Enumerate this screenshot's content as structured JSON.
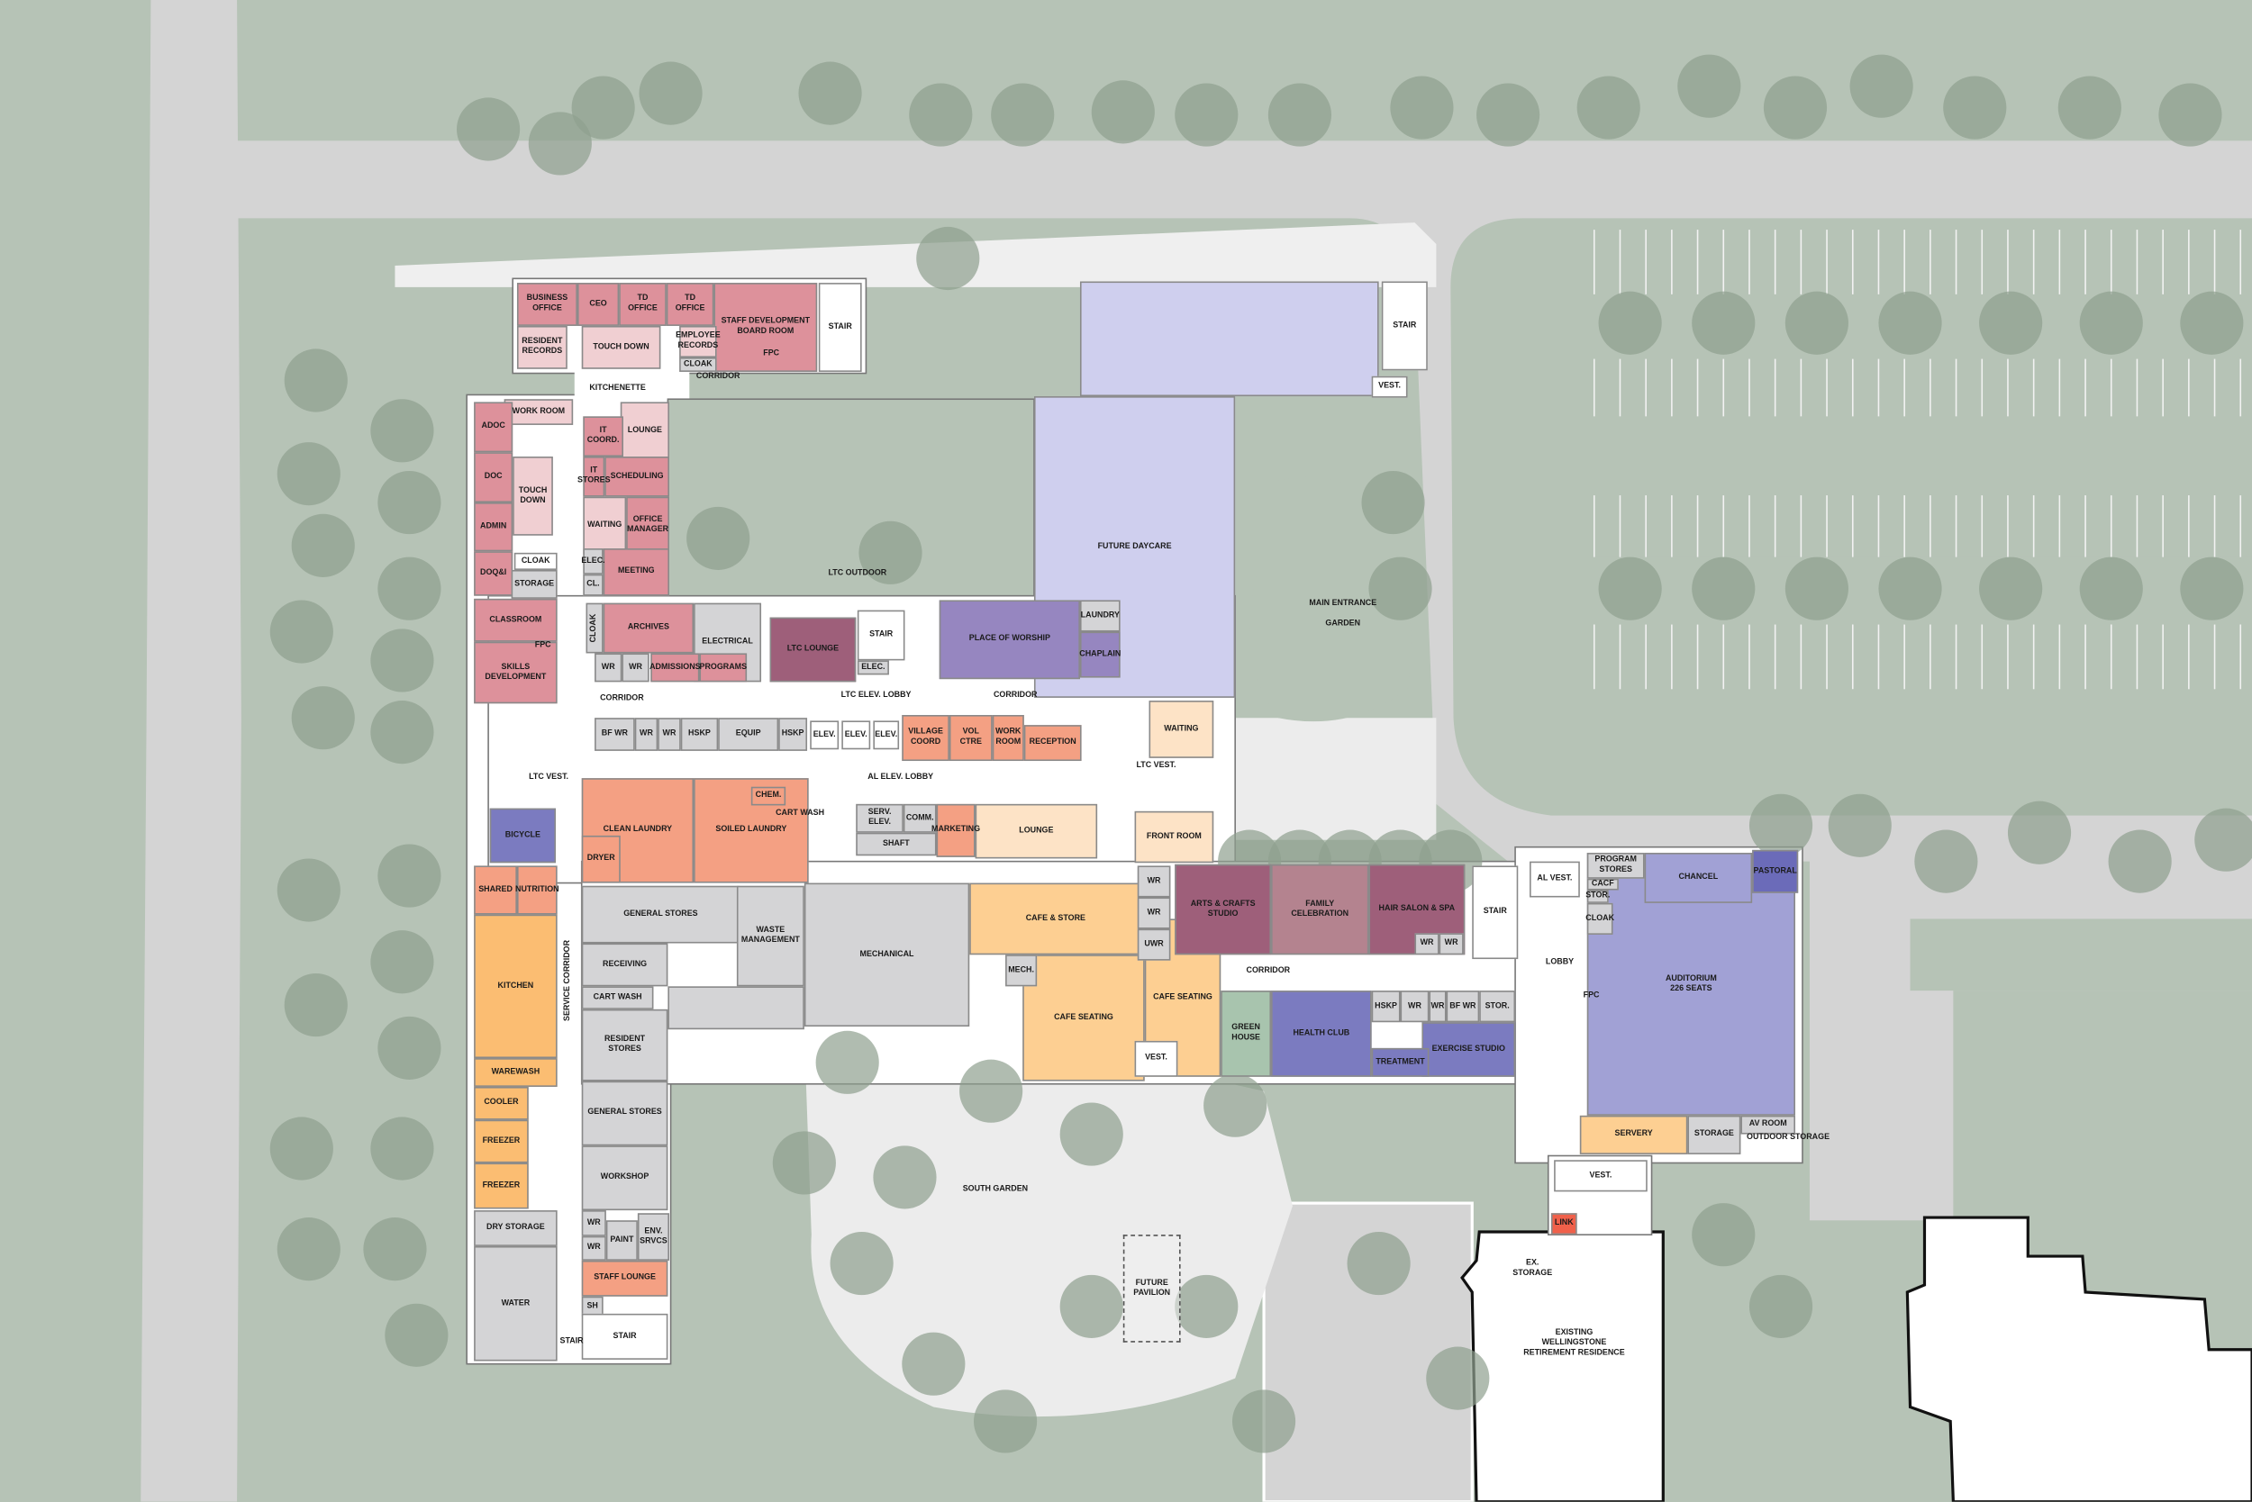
{
  "zones": {
    "admin": "#dd919b",
    "adminLight": "#f0cfd2",
    "ltc": "#9e5f7a",
    "family": "#b4838f",
    "worship": "#9686c0",
    "daycare": "#cfcfee",
    "auditorium": "#a1a1d5",
    "pastoral": "#6b6bb9",
    "health": "#7b7bc0",
    "salmon": "#f4a083",
    "kitchen": "#fbbd72",
    "cafe": "#fdcf92",
    "peach": "#fde3c6",
    "grey": "#d4d4d6",
    "green": "#a8c4ae",
    "stair": "#ffffff",
    "white": "#ffffff",
    "link": "#f0604a",
    "pavilion": "#f0f0f0"
  },
  "site_colors": {
    "grass": "#b6c3b6",
    "paving": "#d4d4d4",
    "path": "#efefef",
    "tree": "#8fa08e",
    "corridor": "#ffffff"
  },
  "rooms": [
    {
      "label": "BUSINESS\nOFFICE",
      "zone": "admin"
    },
    {
      "label": "CEO",
      "zone": "admin"
    },
    {
      "label": "TD\nOFFICE",
      "zone": "admin"
    },
    {
      "label": "TD\nOFFICE",
      "zone": "admin"
    },
    {
      "label": "STAFF DEVELOPMENT\nBOARD ROOM",
      "zone": "admin"
    },
    {
      "label": "RESIDENT\nRECORDS",
      "zone": "adminLight"
    },
    {
      "label": "TOUCH DOWN",
      "zone": "adminLight"
    },
    {
      "label": "EMPLOYEE\nRECORDS",
      "zone": "adminLight"
    },
    {
      "label": "CLOAK",
      "zone": "grey"
    },
    {
      "label": "STAIR",
      "zone": "stair"
    },
    {
      "label": "WORK ROOM",
      "zone": "adminLight"
    },
    {
      "label": "ADOC",
      "zone": "admin"
    },
    {
      "label": "DOC",
      "zone": "admin"
    },
    {
      "label": "TOUCH\nDOWN",
      "zone": "adminLight"
    },
    {
      "label": "ADMIN",
      "zone": "admin"
    },
    {
      "label": "DOQ&I",
      "zone": "admin"
    },
    {
      "label": "CLOAK",
      "zone": "white"
    },
    {
      "label": "STORAGE",
      "zone": "grey"
    },
    {
      "label": "CLASSROOM",
      "zone": "admin"
    },
    {
      "label": "SKILLS\nDEVELOPMENT",
      "zone": "admin"
    },
    {
      "label": "LOUNGE",
      "zone": "adminLight"
    },
    {
      "label": "IT COORD.",
      "zone": "admin"
    },
    {
      "label": "IT\nSTORES",
      "zone": "admin"
    },
    {
      "label": "SCHEDULING",
      "zone": "admin"
    },
    {
      "label": "WAITING",
      "zone": "adminLight"
    },
    {
      "label": "OFFICE\nMANAGER",
      "zone": "admin"
    },
    {
      "label": "ELEC.",
      "zone": "grey"
    },
    {
      "label": "CL.",
      "zone": "grey"
    },
    {
      "label": "MEETING",
      "zone": "admin"
    },
    {
      "label": "ARCHIVES",
      "zone": "admin"
    },
    {
      "label": "ELECTRICAL",
      "zone": "grey"
    },
    {
      "label": "ADMISSIONS",
      "zone": "admin"
    },
    {
      "label": "PROGRAMS",
      "zone": "admin"
    },
    {
      "label": "WR",
      "zone": "grey"
    },
    {
      "label": "WR",
      "zone": "grey"
    },
    {
      "label": "CLOAK",
      "zone": "grey"
    },
    {
      "label": "LTC LOUNGE",
      "zone": "ltc"
    },
    {
      "label": "STAIR",
      "zone": "stair"
    },
    {
      "label": "ELEC.",
      "zone": "grey"
    },
    {
      "label": "PLACE OF WORSHIP",
      "zone": "worship"
    },
    {
      "label": "LAUNDRY",
      "zone": "grey"
    },
    {
      "label": "CHAPLAIN",
      "zone": "worship"
    },
    {
      "label": "",
      "zone": "daycare"
    },
    {
      "label": "FUTURE DAYCARE",
      "zone": "daycare"
    },
    {
      "label": "STAIR",
      "zone": "stair"
    },
    {
      "label": "VEST.",
      "zone": "white"
    },
    {
      "label": "WAITING",
      "zone": "peach"
    },
    {
      "label": "BF WR",
      "zone": "grey"
    },
    {
      "label": "WR",
      "zone": "grey"
    },
    {
      "label": "WR",
      "zone": "grey"
    },
    {
      "label": "HSKP",
      "zone": "grey"
    },
    {
      "label": "EQUIP",
      "zone": "grey"
    },
    {
      "label": "HSKP",
      "zone": "grey"
    },
    {
      "label": "ELEV.",
      "zone": "white"
    },
    {
      "label": "ELEV.",
      "zone": "white"
    },
    {
      "label": "ELEV.",
      "zone": "white"
    },
    {
      "label": "VILLAGE\nCOORD",
      "zone": "salmon"
    },
    {
      "label": "VOL\nCTRE",
      "zone": "salmon"
    },
    {
      "label": "WORK\nROOM",
      "zone": "salmon"
    },
    {
      "label": "RECEPTION",
      "zone": "salmon"
    },
    {
      "label": "BICYCLE",
      "zone": "health"
    },
    {
      "label": "CLEAN LAUNDRY",
      "zone": "salmon"
    },
    {
      "label": "DRYER",
      "zone": "salmon"
    },
    {
      "label": "SOILED LAUNDRY",
      "zone": "salmon"
    },
    {
      "label": "CHEM.",
      "zone": "salmon"
    },
    {
      "label": "SERV. ELEV.",
      "zone": "grey"
    },
    {
      "label": "SHAFT",
      "zone": "grey"
    },
    {
      "label": "COMM.",
      "zone": "grey"
    },
    {
      "label": "MARKETING",
      "zone": "salmon"
    },
    {
      "label": "LOUNGE",
      "zone": "peach"
    },
    {
      "label": "FRONT ROOM",
      "zone": "peach"
    },
    {
      "label": "SHARED",
      "zone": "salmon"
    },
    {
      "label": "NUTRITION",
      "zone": "salmon"
    },
    {
      "label": "KITCHEN",
      "zone": "kitchen"
    },
    {
      "label": "WAREWASH",
      "zone": "kitchen"
    },
    {
      "label": "COOLER",
      "zone": "kitchen"
    },
    {
      "label": "FREEZER",
      "zone": "kitchen"
    },
    {
      "label": "FREEZER",
      "zone": "kitchen"
    },
    {
      "label": "DRY STORAGE",
      "zone": "grey"
    },
    {
      "label": "WATER",
      "zone": "grey"
    },
    {
      "label": "GENERAL STORES",
      "zone": "grey"
    },
    {
      "label": "WASTE\nMANAGEMENT",
      "zone": "grey"
    },
    {
      "label": "MECHANICAL",
      "zone": "grey"
    },
    {
      "label": "",
      "zone": "grey"
    },
    {
      "label": "RECEIVING",
      "zone": "grey"
    },
    {
      "label": "CART WASH",
      "zone": "grey"
    },
    {
      "label": "RESIDENT\nSTORES",
      "zone": "grey"
    },
    {
      "label": "GENERAL STORES",
      "zone": "grey"
    },
    {
      "label": "WORKSHOP",
      "zone": "grey"
    },
    {
      "label": "WR",
      "zone": "grey"
    },
    {
      "label": "WR",
      "zone": "grey"
    },
    {
      "label": "PAINT",
      "zone": "grey"
    },
    {
      "label": "ENV. SRVCS",
      "zone": "grey"
    },
    {
      "label": "STAFF LOUNGE",
      "zone": "salmon"
    },
    {
      "label": "SH",
      "zone": "grey"
    },
    {
      "label": "STAIR",
      "zone": "stair"
    },
    {
      "label": "CAFE & STORE",
      "zone": "cafe"
    },
    {
      "label": "CAFE SEATING",
      "zone": "cafe"
    },
    {
      "label": "CAFE SEATING",
      "zone": "cafe"
    },
    {
      "label": "MECH.",
      "zone": "grey"
    },
    {
      "label": "VEST.",
      "zone": "white"
    },
    {
      "label": "WR",
      "zone": "grey"
    },
    {
      "label": "WR",
      "zone": "grey"
    },
    {
      "label": "UWR",
      "zone": "grey"
    },
    {
      "label": "ARTS & CRAFTS\nSTUDIO",
      "zone": "ltc"
    },
    {
      "label": "FAMILY\nCELEBRATION",
      "zone": "family"
    },
    {
      "label": "HAIR SALON & SPA",
      "zone": "ltc"
    },
    {
      "label": "WR",
      "zone": "grey"
    },
    {
      "label": "WR",
      "zone": "grey"
    },
    {
      "label": "STAIR",
      "zone": "stair"
    },
    {
      "label": "GREEN\nHOUSE",
      "zone": "green"
    },
    {
      "label": "HEALTH CLUB",
      "zone": "health"
    },
    {
      "label": "HSKP",
      "zone": "grey"
    },
    {
      "label": "WR",
      "zone": "grey"
    },
    {
      "label": "WR",
      "zone": "grey"
    },
    {
      "label": "BF WR",
      "zone": "grey"
    },
    {
      "label": "STOR.",
      "zone": "grey"
    },
    {
      "label": "EXERCISE STUDIO",
      "zone": "health"
    },
    {
      "label": "TREATMENT",
      "zone": "health"
    },
    {
      "label": "AL VEST.",
      "zone": "white"
    },
    {
      "label": "AUDITORIUM\n226 SEATS",
      "zone": "auditorium"
    },
    {
      "label": "CHANCEL",
      "zone": "auditorium"
    },
    {
      "label": "PASTORAL",
      "zone": "pastoral"
    },
    {
      "label": "PROGRAM\nSTORES",
      "zone": "grey"
    },
    {
      "label": "CACF",
      "zone": "grey"
    },
    {
      "label": "STOR.",
      "zone": "grey"
    },
    {
      "label": "CLOAK",
      "zone": "grey"
    },
    {
      "label": "SERVERY",
      "zone": "cafe"
    },
    {
      "label": "STORAGE",
      "zone": "grey"
    },
    {
      "label": "AV ROOM",
      "zone": "grey"
    },
    {
      "label": "VEST.",
      "zone": "white"
    },
    {
      "label": "LINK",
      "zone": "link"
    },
    {
      "label": "FUTURE\nPAVILION",
      "zone": "pavilion"
    }
  ],
  "labels": [
    {
      "text": "CORRIDOR"
    },
    {
      "text": "KITCHENETTE"
    },
    {
      "text": "FPC"
    },
    {
      "text": "FPC"
    },
    {
      "text": "CORRIDOR"
    },
    {
      "text": "LTC OUTDOOR"
    },
    {
      "text": "LTC ELEV. LOBBY"
    },
    {
      "text": "CORRIDOR"
    },
    {
      "text": "LTC VEST."
    },
    {
      "text": "AL ELEV. LOBBY"
    },
    {
      "text": "LTC VEST."
    },
    {
      "text": "MAIN ENTRANCE\n\nGARDEN"
    },
    {
      "text": "CART WASH"
    },
    {
      "text": "SERVICE CORRIDOR"
    },
    {
      "text": "STAIR"
    },
    {
      "text": "CORRIDOR"
    },
    {
      "text": "LOBBY"
    },
    {
      "text": "FPC"
    },
    {
      "text": "OUTDOOR STORAGE"
    },
    {
      "text": "SOUTH GARDEN"
    },
    {
      "text": "EX.\nSTORAGE"
    },
    {
      "text": "EXISTING\nWELLINGSTONE\nRETIREMENT RESIDENCE"
    }
  ]
}
